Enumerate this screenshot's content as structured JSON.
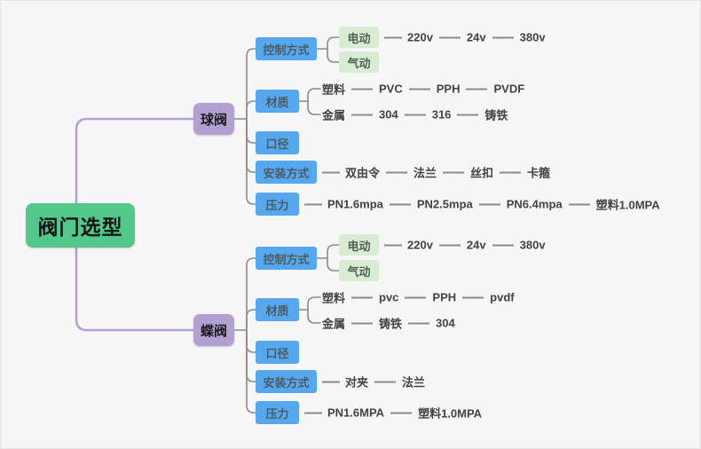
{
  "root": {
    "label": "阀门选型"
  },
  "branches": [
    {
      "label": "球阀",
      "children": [
        {
          "label": "控制方式",
          "children": [
            {
              "label": "电动",
              "children": [
                {
                  "label": "220v"
                },
                {
                  "label": "24v"
                },
                {
                  "label": "380v"
                }
              ]
            },
            {
              "label": "气动",
              "children": []
            }
          ]
        },
        {
          "label": "材质",
          "children": [
            {
              "label": "塑料",
              "children": [
                {
                  "label": "PVC"
                },
                {
                  "label": "PPH"
                },
                {
                  "label": "PVDF"
                }
              ]
            },
            {
              "label": "金属",
              "children": [
                {
                  "label": "304"
                },
                {
                  "label": "316"
                },
                {
                  "label": "铸铁"
                }
              ]
            }
          ]
        },
        {
          "label": "口径",
          "children": []
        },
        {
          "label": "安装方式",
          "children": [
            {
              "label": "双由令"
            },
            {
              "label": "法兰"
            },
            {
              "label": "丝扣"
            },
            {
              "label": "卡箍"
            }
          ]
        },
        {
          "label": "压力",
          "children": [
            {
              "label": "PN1.6mpa"
            },
            {
              "label": "PN2.5mpa"
            },
            {
              "label": "PN6.4mpa"
            },
            {
              "label": "塑料1.0MPA"
            }
          ]
        }
      ]
    },
    {
      "label": "蝶阀",
      "children": [
        {
          "label": "控制方式",
          "children": [
            {
              "label": "电动",
              "children": [
                {
                  "label": "220v"
                },
                {
                  "label": "24v"
                },
                {
                  "label": "380v"
                }
              ]
            },
            {
              "label": "气动",
              "children": []
            }
          ]
        },
        {
          "label": "材质",
          "children": [
            {
              "label": "塑料",
              "children": [
                {
                  "label": "pvc"
                },
                {
                  "label": "PPH"
                },
                {
                  "label": "pvdf"
                }
              ]
            },
            {
              "label": "金属",
              "children": [
                {
                  "label": "铸铁"
                },
                {
                  "label": "304"
                }
              ]
            }
          ]
        },
        {
          "label": "口径",
          "children": []
        },
        {
          "label": "安装方式",
          "children": [
            {
              "label": "对夹"
            },
            {
              "label": "法兰"
            }
          ]
        },
        {
          "label": "压力",
          "children": [
            {
              "label": "PN1.6MPA"
            },
            {
              "label": "塑料1.0MPA"
            }
          ]
        }
      ]
    }
  ],
  "colors": {
    "root_bg": "#52C98B",
    "branch_bg": "#B3A0D2",
    "category_bg": "#55A8EE",
    "subnode_bg": "#D8ECD4",
    "connector_gray": "#8A8A8A",
    "connector_purple": "#B49FD4",
    "background": "#F6F6F6"
  }
}
